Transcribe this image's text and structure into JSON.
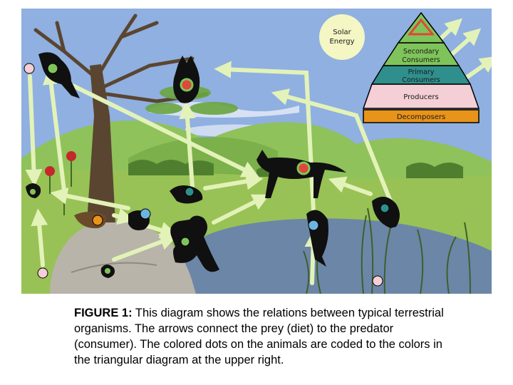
{
  "diagram": {
    "sun_label_line1": "Solar",
    "sun_label_line2": "Energy",
    "pyramid": {
      "secondary_line1": "Secondary",
      "secondary_line2": "Consumers",
      "primary_line1": "Primary",
      "primary_line2": "Consumers",
      "producers": "Producers",
      "decomposers": "Decomposers"
    },
    "colors": {
      "tertiary": "#e0463a",
      "secondary": "#7fc45a",
      "primary": "#2f8f8c",
      "producers": "#f4cfd6",
      "decomposers": "#e8931a",
      "arrow": "#e3f2b8",
      "sky": "#8fb0e0",
      "grass": "#8fbf4a",
      "water": "#6c86a8"
    }
  },
  "caption": {
    "label": "FIGURE 1:",
    "text": " This diagram shows the relations between typical terrestrial organisms. The arrows connect the prey (diet) to the predator (consumer). The colored dots on the animals are coded to the colors in the triangular diagram at the upper right."
  }
}
